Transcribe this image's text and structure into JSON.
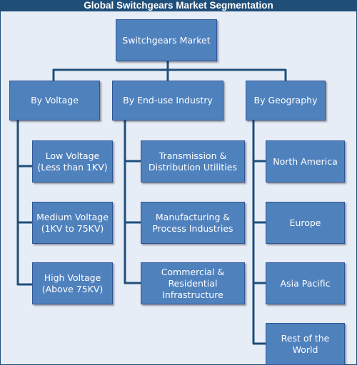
{
  "title": "Global Switchgears Market Segmentation",
  "root": {
    "label": "Switchgears Market"
  },
  "categories": [
    {
      "label": "By Voltage",
      "children": [
        "Low Voltage (Less than 1KV)",
        "Medium Voltage (1KV to 75KV)",
        "High Voltage (Above 75KV)"
      ]
    },
    {
      "label": "By End-use Industry",
      "children": [
        "Transmission & Distribution Utilities",
        "Manufacturing & Process Industries",
        "Commercial & Residential Infrastructure"
      ]
    },
    {
      "label": "By Geography",
      "children": [
        "North America",
        "Europe",
        "Asia Pacific",
        "Rest of the World"
      ]
    }
  ],
  "colors": {
    "box_fill": "#4f81bd",
    "box_border": "#2f5597",
    "connector": "#1f4e79",
    "background": "#e7edf6",
    "title_bar": "#1f4e79"
  }
}
